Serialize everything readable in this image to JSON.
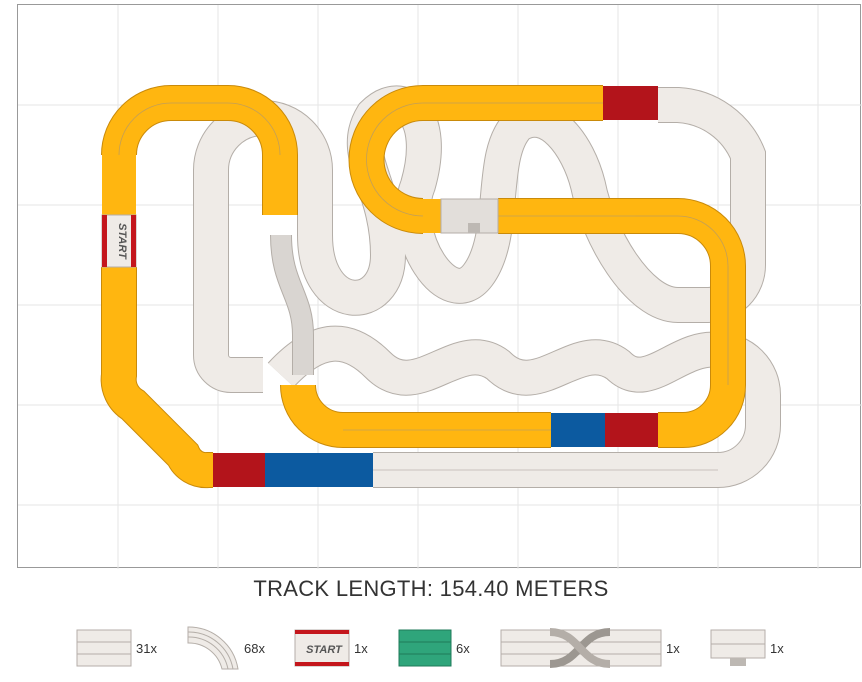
{
  "summary": {
    "label": "TRACK LENGTH: 154.40 METERS"
  },
  "track": {
    "start_label": "START",
    "colors": {
      "base": "#efebe7",
      "base_line": "#b8b2ac",
      "yellow": "#ffb610",
      "yellow_line": "#c98a0a",
      "red": "#b3141b",
      "blue": "#0c5aa0",
      "green": "#2fa57b"
    }
  },
  "legend": [
    {
      "piece": "straight",
      "count": "31x"
    },
    {
      "piece": "curve",
      "count": "68x"
    },
    {
      "piece": "start",
      "count": "1x",
      "label": "START"
    },
    {
      "piece": "bridge",
      "count": "6x"
    },
    {
      "piece": "crossover",
      "count": "1x"
    },
    {
      "piece": "end",
      "count": "1x"
    }
  ]
}
